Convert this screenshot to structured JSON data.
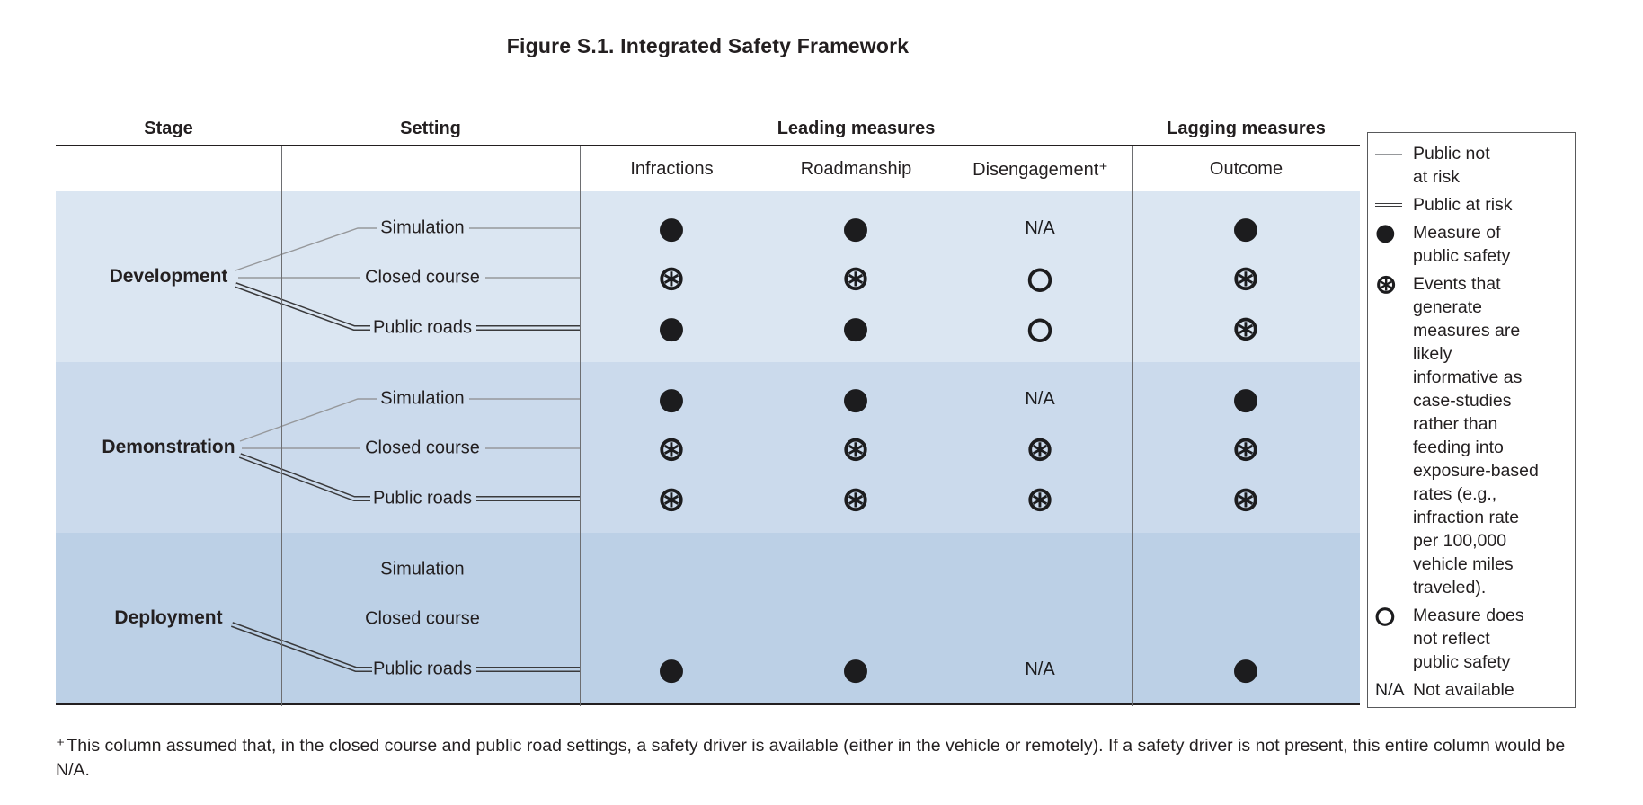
{
  "title": "Figure S.1. Integrated Safety Framework",
  "table": {
    "col_headers": {
      "stage": "Stage",
      "setting": "Setting",
      "leading": "Leading measures",
      "lagging": "Lagging measures"
    },
    "measure_headers": [
      "Infractions",
      "Roadmanship",
      "Disengagement⁺",
      "Outcome"
    ]
  },
  "bands": [
    {
      "stage": "Development",
      "rows": [
        {
          "setting": "Simulation",
          "line": "single",
          "cells": [
            "filled",
            "filled",
            "na",
            "filled"
          ]
        },
        {
          "setting": "Closed course",
          "line": "single",
          "cells": [
            "event",
            "event",
            "open",
            "event"
          ]
        },
        {
          "setting": "Public roads",
          "line": "double",
          "cells": [
            "filled",
            "filled",
            "open",
            "event"
          ]
        }
      ]
    },
    {
      "stage": "Demonstration",
      "rows": [
        {
          "setting": "Simulation",
          "line": "single",
          "cells": [
            "filled",
            "filled",
            "na",
            "filled"
          ]
        },
        {
          "setting": "Closed course",
          "line": "single",
          "cells": [
            "event",
            "event",
            "event",
            "event"
          ]
        },
        {
          "setting": "Public roads",
          "line": "double",
          "cells": [
            "event",
            "event",
            "event",
            "event"
          ]
        }
      ]
    },
    {
      "stage": "Deployment",
      "rows": [
        {
          "setting": "Simulation",
          "line": "none",
          "cells": [
            "",
            "",
            "",
            ""
          ]
        },
        {
          "setting": "Closed course",
          "line": "none",
          "cells": [
            "",
            "",
            "",
            ""
          ]
        },
        {
          "setting": "Public roads",
          "line": "double",
          "cells": [
            "filled",
            "filled",
            "na",
            "filled"
          ]
        }
      ]
    }
  ],
  "symbols": {
    "filled_glyph": "●",
    "event_glyph": "⊛",
    "open_glyph": "○",
    "na_glyph": "N/A"
  },
  "legend": {
    "items": [
      {
        "symbol": "line-single",
        "label": "Public not\nat risk"
      },
      {
        "symbol": "line-double",
        "label": "Public at risk"
      },
      {
        "symbol": "filled",
        "label": "Measure of\npublic safety"
      },
      {
        "symbol": "event",
        "label": "Events that\ngenerate\nmeasures are\nlikely\ninformative as\ncase-studies\nrather than\nfeeding into\nexposure-based\nrates (e.g.,\ninfraction rate\nper 100,000\nvehicle miles\ntraveled)."
      },
      {
        "symbol": "open",
        "label": "Measure does\nnot reflect\npublic safety"
      },
      {
        "symbol": "na",
        "label": "Not available"
      }
    ]
  },
  "footnote": {
    "marker": "⁺",
    "text": "This column assumed that, in the closed course and public road settings, a safety driver is available (either in the vehicle or remotely). If a safety driver is not present, this entire column would be N/A."
  },
  "colors": {
    "band_development": "#dbe6f2",
    "band_demonstration": "#cbdaec",
    "band_deployment": "#bcd0e6",
    "rule": "#231f20",
    "line_public_not_at_risk": "#96989b",
    "line_public_at_risk": "#3a3a3c",
    "column_divider": "#6d6e71"
  }
}
